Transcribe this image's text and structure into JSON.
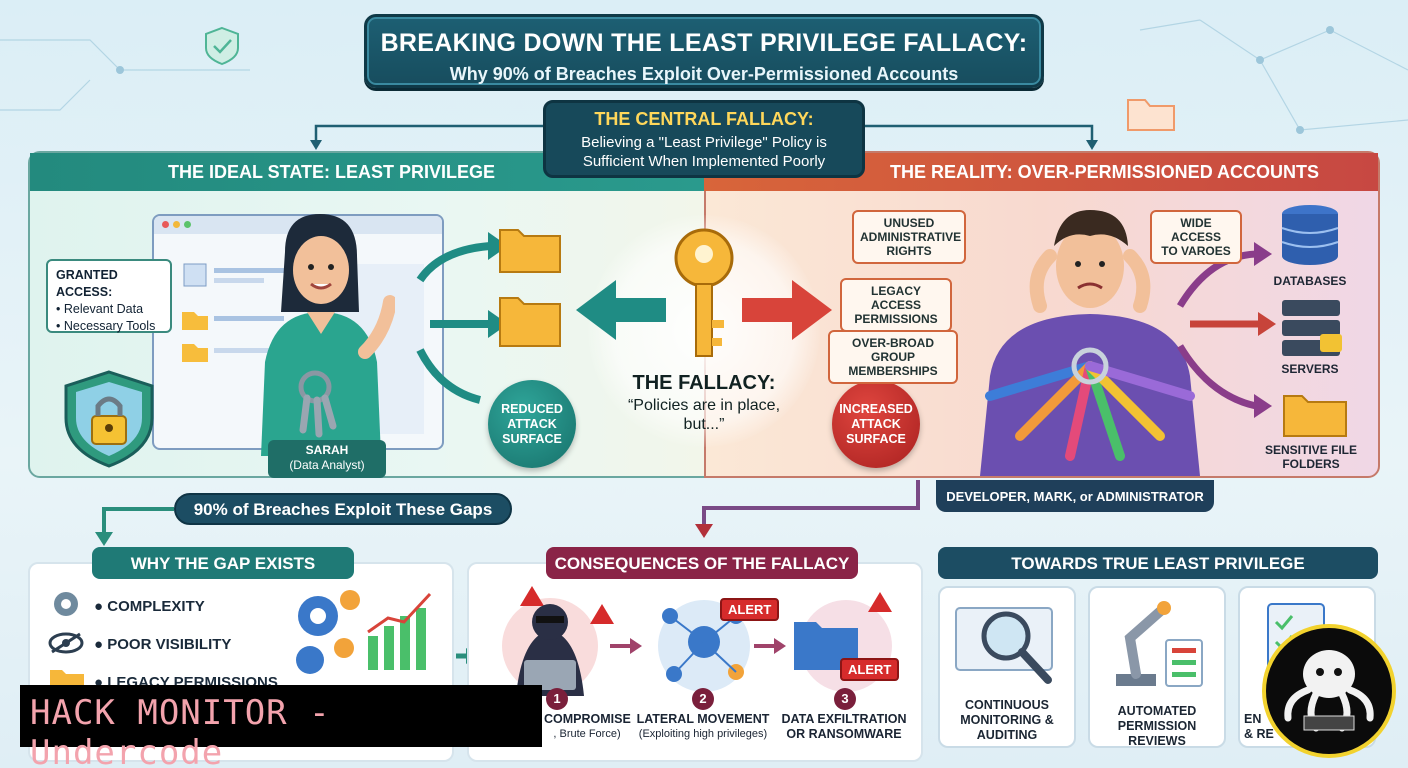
{
  "title": {
    "main": "BREAKING DOWN THE LEAST PRIVILEGE FALLACY:",
    "sub": "Why 90% of Breaches Exploit Over-Permissioned Accounts"
  },
  "central": {
    "title": "THE CENTRAL FALLACY:",
    "text_line1": "Believing a \"Least Privilege\" Policy is",
    "text_line2": "Sufficient When Implemented Poorly"
  },
  "ideal": {
    "heading": "THE IDEAL STATE: LEAST PRIVILEGE",
    "granted_title": "GRANTED ACCESS:",
    "granted_items": [
      "• Relevant Data",
      "• Necessary Tools"
    ],
    "person_name": "SARAH",
    "person_role": "(Data Analyst)",
    "badge_line1": "REDUCED",
    "badge_line2": "ATTACK",
    "badge_line3": "SURFACE"
  },
  "fallacy": {
    "title": "THE FALLACY:",
    "line1": "“Policies are in place,",
    "line2": "but...”"
  },
  "reality": {
    "heading": "THE REALITY: OVER-PERMISSIONED ACCOUNTS",
    "labels": [
      {
        "l1": "UNUSED",
        "l2": "ADMINISTRATIVE",
        "l3": "RIGHTS"
      },
      {
        "l1": "LEGACY ACCESS",
        "l2": "PERMISSIONS"
      },
      {
        "l1": "OVER-BROAD GROUP",
        "l2": "MEMBERSHIPS"
      },
      {
        "l1": "WIDE ACCESS",
        "l2": "TO VAROES"
      }
    ],
    "targets": [
      "DATABASES",
      "SERVERS",
      "SENSITIVE FILE",
      "FOLDERS"
    ],
    "badge_line1": "INCREASED",
    "badge_line2": "ATTACK",
    "badge_line3": "SURFACE",
    "roles": "DEVELOPER, MARK, or  ADMINISTRATOR"
  },
  "stat": "90% of Breaches Exploit These Gaps",
  "why": {
    "heading": "WHY THE GAP EXISTS",
    "items": [
      "COMPLEXITY",
      "POOR VISIBILITY",
      "LEGACY PERMISSIONS"
    ]
  },
  "consequences": {
    "heading": "CONSEQUENCES OF THE FALLACY",
    "alert": "ALERT",
    "steps": [
      {
        "num": "1",
        "title": "COMPROMISE",
        "sub": ", Brute Force)"
      },
      {
        "num": "2",
        "title": "LATERAL MOVEMENT",
        "sub": "(Exploiting high privileges)"
      },
      {
        "num": "3",
        "title": "DATA EXFILTRATION",
        "title2": "OR RANSOMWARE"
      }
    ]
  },
  "towards": {
    "heading": "TOWARDS TRUE LEAST PRIVILEGE",
    "cards": [
      {
        "l1": "CONTINUOUS",
        "l2": "MONITORING &",
        "l3": "AUDITING"
      },
      {
        "l1": "AUTOMATED",
        "l2": "PERMISSION REVIEWS"
      },
      {
        "l1": "EN",
        "l2": "& RE"
      }
    ]
  },
  "watermark": "HACK MONITOR - Undercode",
  "colors": {
    "teal": "#238a7e",
    "red": "#c74842",
    "navy": "#1c4d63",
    "maroon": "#7a1f3b"
  }
}
